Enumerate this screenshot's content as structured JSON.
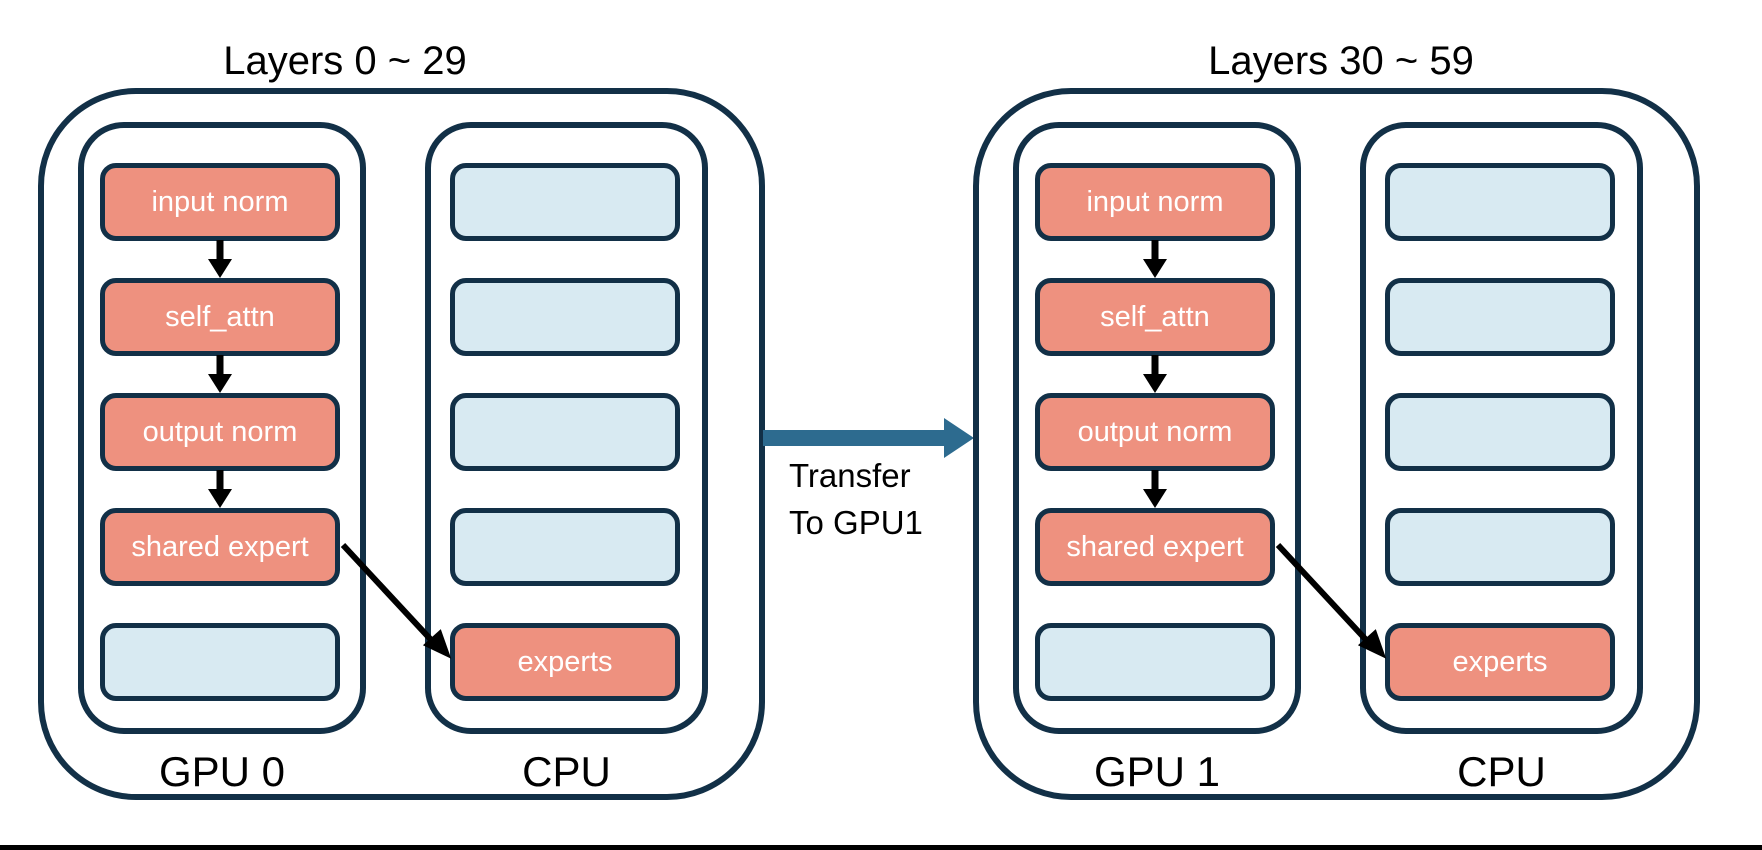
{
  "colors": {
    "navy": "#123047",
    "salmon": "#EE917F",
    "lightblue": "#D8EAF2",
    "steel": "#2D6B8F",
    "ink": "#0b0b0b"
  },
  "transfer": {
    "line1": "Transfer",
    "line2": "To GPU1"
  },
  "groups": [
    {
      "title": "Layers 0 ~ 29",
      "gpu": {
        "label": "GPU 0",
        "slots": [
          {
            "label": "input norm",
            "filled": true
          },
          {
            "label": "self_attn",
            "filled": true
          },
          {
            "label": "output norm",
            "filled": true
          },
          {
            "label": "shared expert",
            "filled": true
          },
          {
            "label": "",
            "filled": false
          }
        ]
      },
      "cpu": {
        "label": "CPU",
        "slots": [
          {
            "label": "",
            "filled": false
          },
          {
            "label": "",
            "filled": false
          },
          {
            "label": "",
            "filled": false
          },
          {
            "label": "",
            "filled": false
          },
          {
            "label": "experts",
            "filled": true
          }
        ]
      }
    },
    {
      "title": "Layers 30 ~ 59",
      "gpu": {
        "label": "GPU 1",
        "slots": [
          {
            "label": "input norm",
            "filled": true
          },
          {
            "label": "self_attn",
            "filled": true
          },
          {
            "label": "output norm",
            "filled": true
          },
          {
            "label": "shared expert",
            "filled": true
          },
          {
            "label": "",
            "filled": false
          }
        ]
      },
      "cpu": {
        "label": "CPU",
        "slots": [
          {
            "label": "",
            "filled": false
          },
          {
            "label": "",
            "filled": false
          },
          {
            "label": "",
            "filled": false
          },
          {
            "label": "",
            "filled": false
          },
          {
            "label": "experts",
            "filled": true
          }
        ]
      }
    }
  ]
}
